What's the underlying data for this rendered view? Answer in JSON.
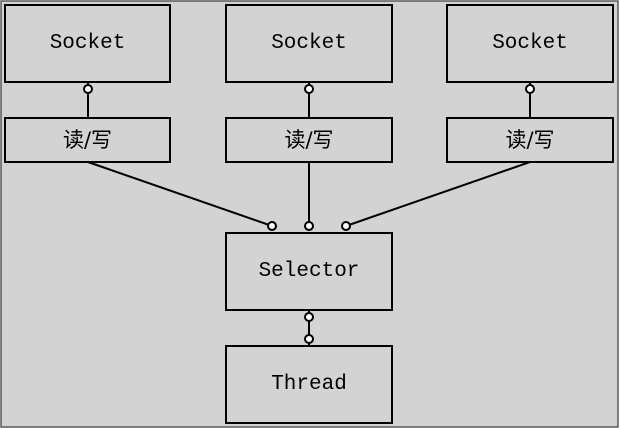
{
  "diagram": {
    "sockets": [
      {
        "label": "Socket"
      },
      {
        "label": "Socket"
      },
      {
        "label": "Socket"
      }
    ],
    "io_boxes": [
      {
        "label": "读/写"
      },
      {
        "label": "读/写"
      },
      {
        "label": "读/写"
      }
    ],
    "selector": {
      "label": "Selector"
    },
    "thread": {
      "label": "Thread"
    },
    "colors": {
      "panel_fill": "#d3d3d3",
      "box_fill": "#d3d3d3",
      "stroke": "#000000",
      "port_fill": "#ffffff"
    }
  }
}
